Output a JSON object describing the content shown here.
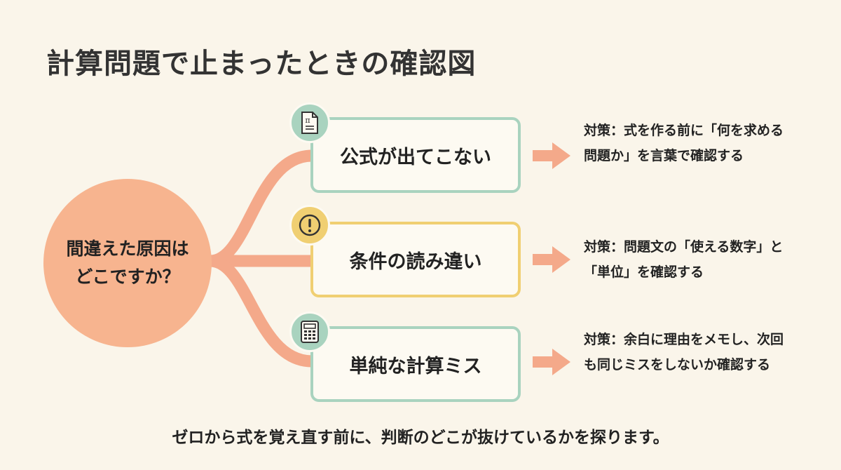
{
  "title": "計算問題で止まったときの確認図",
  "center": {
    "line1": "間違えた原因は",
    "line2": "どこですか？"
  },
  "causes": [
    {
      "label": "公式が出てこない",
      "icon": "formula-document-icon",
      "color": "#a9d3bf",
      "measure": "対策：式を作る前に「何を求める問題か」を言葉で確認する"
    },
    {
      "label": "条件の読み違い",
      "icon": "exclamation-icon",
      "color": "#f0cf72",
      "measure": "対策：問題文の「使える数字」と「単位」を確認する"
    },
    {
      "label": "単純な計算ミス",
      "icon": "calculator-icon",
      "color": "#a9d3bf",
      "measure": "対策：余白に理由をメモし、次回も同じミスをしないか確認する"
    }
  ],
  "footer": "ゼロから式を覚え直す前に、判断のどこが抜けているかを探ります。",
  "colors": {
    "background": "#faf5ea",
    "hub": "#f7b48f",
    "connector": "#f4a98a",
    "arrow": "#f4a98a"
  }
}
